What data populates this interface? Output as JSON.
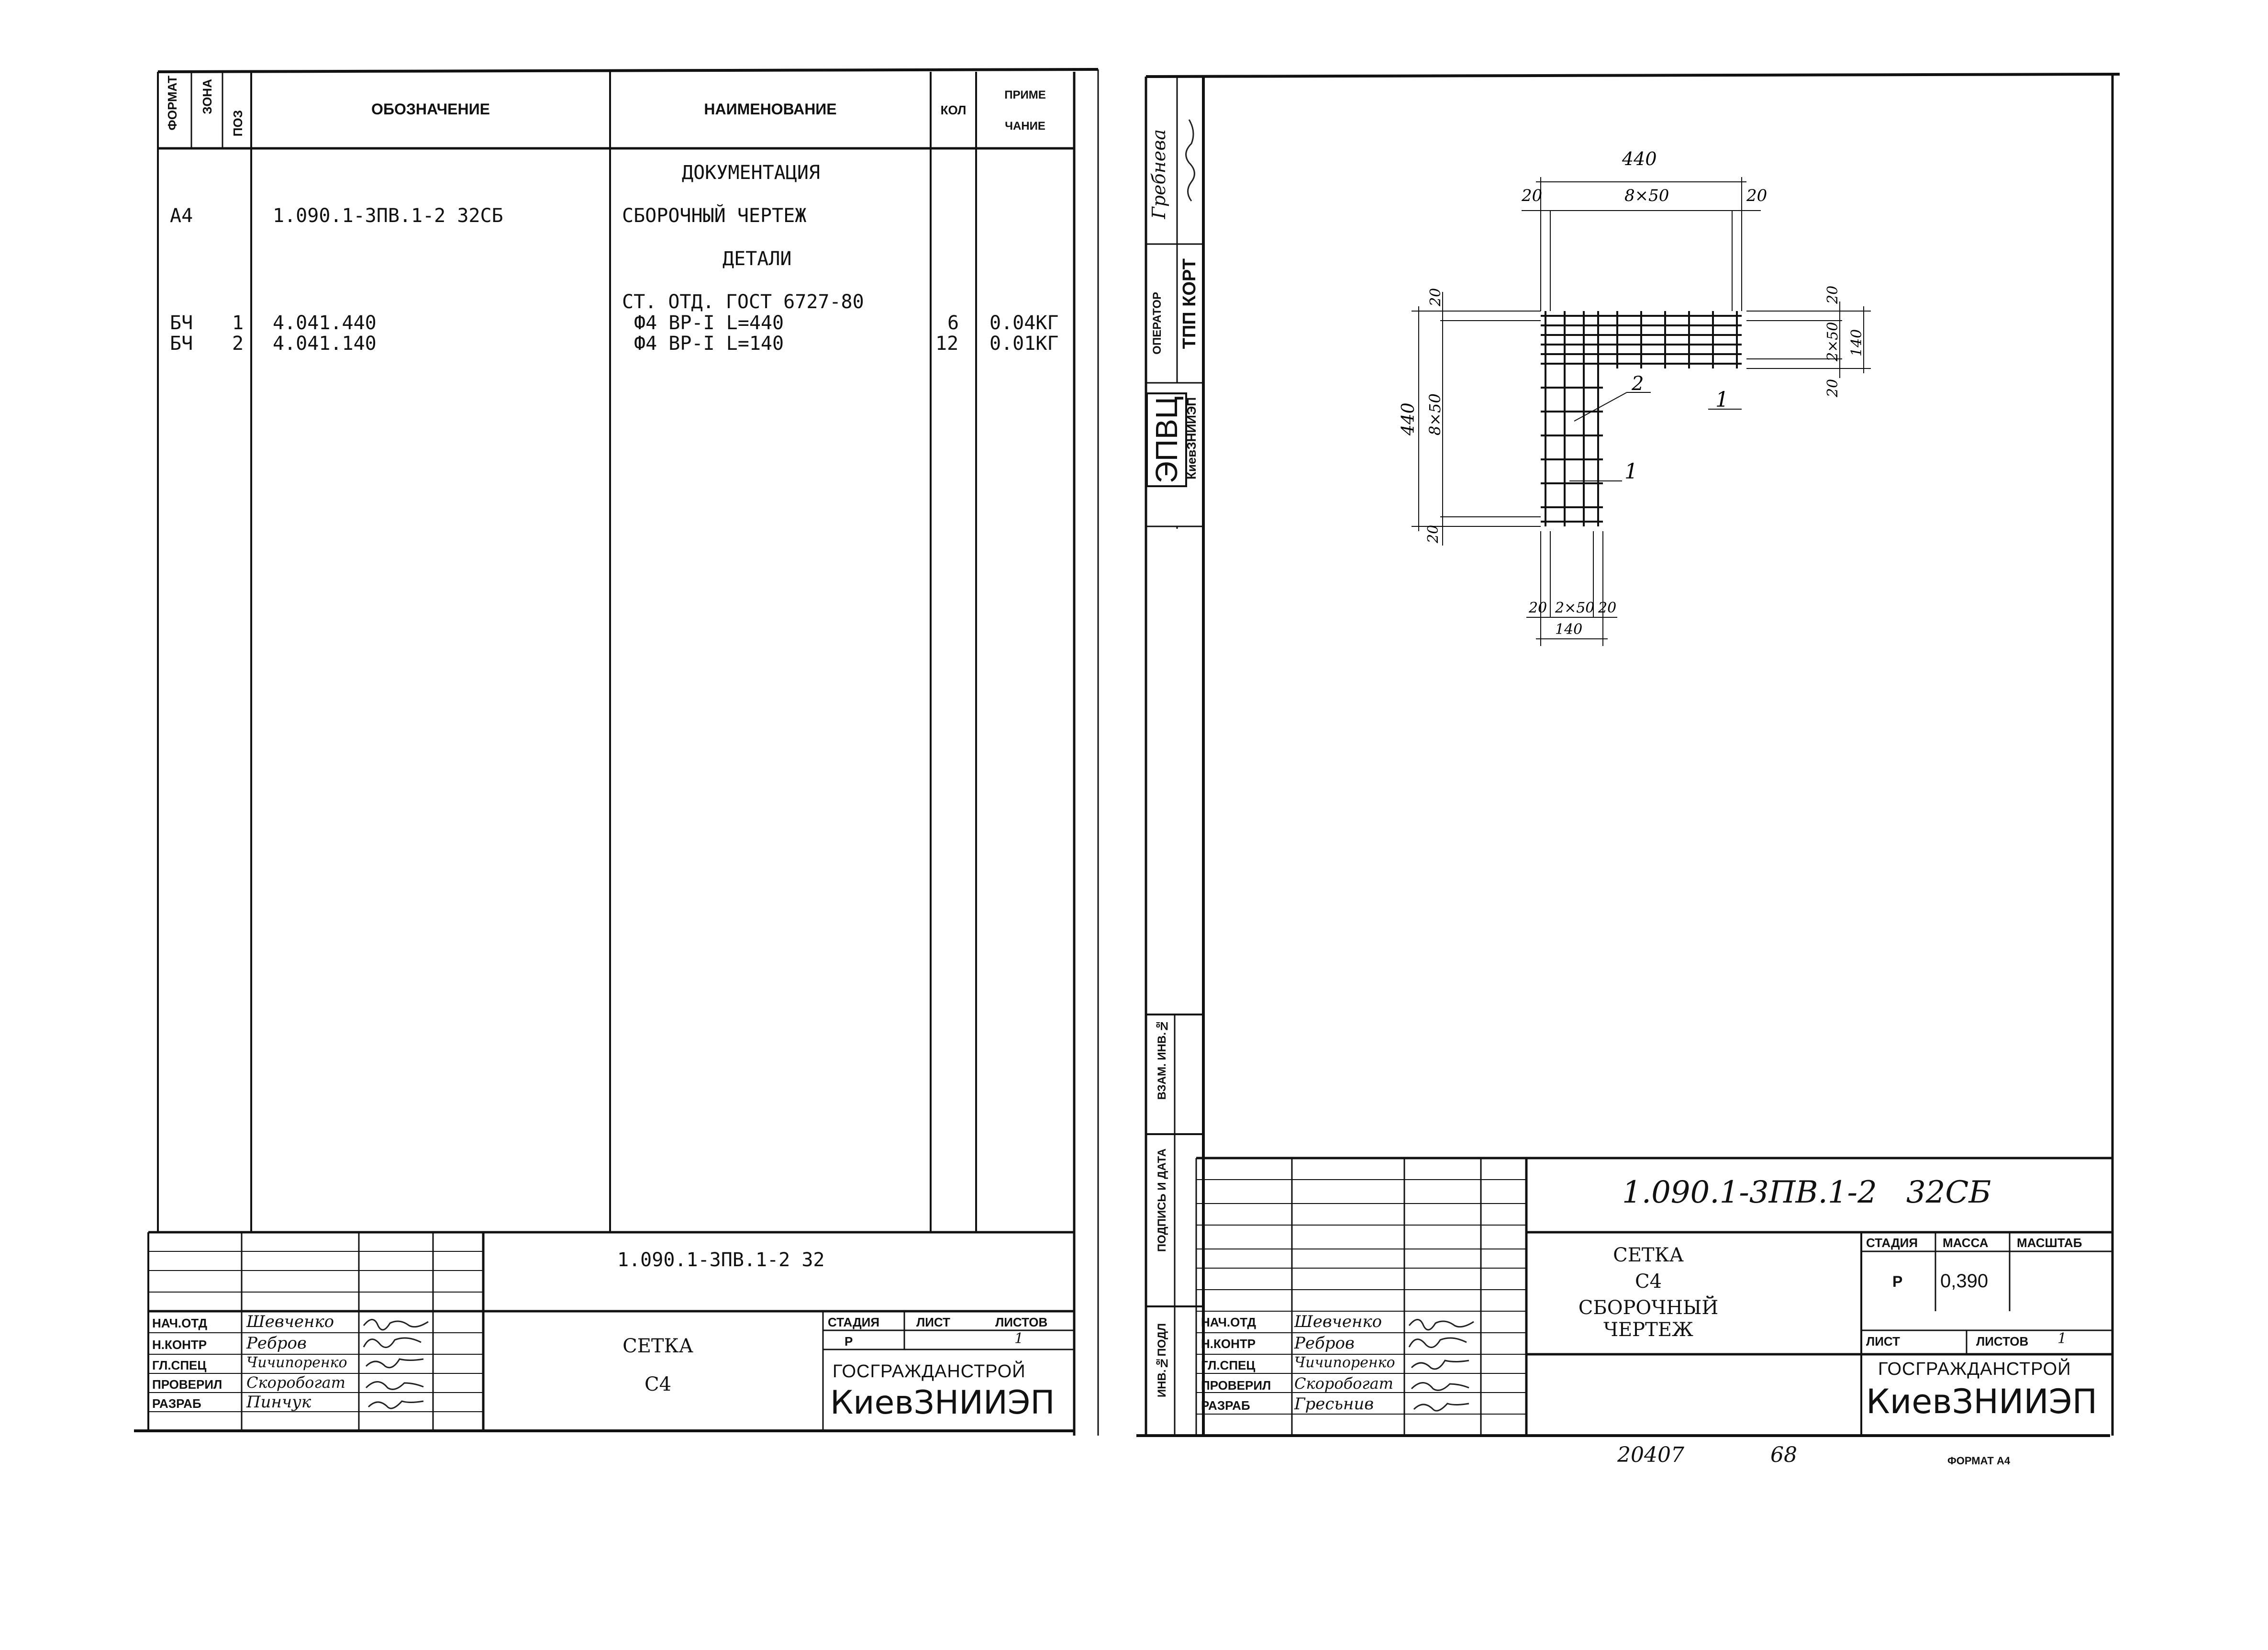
{
  "left_sheet": {
    "headers": {
      "format": "ФОРМАТ",
      "zone": "ЗОНА",
      "pos": "ПОЗ",
      "designation": "ОБОЗНАЧЕНИЕ",
      "name": "НАИМЕНОВАНИЕ",
      "qty": "КОЛ",
      "note_1": "ПРИМЕ",
      "note_2": "ЧАНИЕ"
    },
    "rows": [
      {
        "format": "",
        "pos": "",
        "designation": "",
        "name": "ДОКУМЕНТАЦИЯ",
        "qty": "",
        "note": ""
      },
      {
        "format": "А4",
        "pos": "",
        "designation": "1.090.1-3ПВ.1-2 32СБ",
        "name": "СБОРОЧНЫЙ ЧЕРТЕЖ",
        "qty": "",
        "note": ""
      },
      {
        "format": "",
        "pos": "",
        "designation": "",
        "name": "ДЕТАЛИ",
        "qty": "",
        "note": ""
      },
      {
        "format": "",
        "pos": "",
        "designation": "",
        "name": "СТ. ОТД. ГОСТ 6727-80",
        "qty": "",
        "note": ""
      },
      {
        "format": "БЧ",
        "pos": "1",
        "designation": "4.041.440",
        "name": "Ф4 ВР-I L=440",
        "qty": "6",
        "note": "0.04КГ"
      },
      {
        "format": "БЧ",
        "pos": "2",
        "designation": "4.041.140",
        "name": "Ф4 ВР-I L=140",
        "qty": "12",
        "note": "0.01КГ"
      }
    ],
    "stamp": {
      "code": "1.090.1-3ПВ.1-2 32",
      "title_1": "СЕТКА",
      "title_2": "С4",
      "stage_label": "СТАДИЯ",
      "sheet_label": "ЛИСТ",
      "sheets_label": "ЛИСТОВ",
      "stage": "Р",
      "sheets": "1",
      "org_1": "ГОСГРАЖДАНСТРОЙ",
      "org_2": "КиевЗНИИЭП",
      "roles": [
        "НАЧ.ОТД",
        "Н.КОНТР",
        "ГЛ.СПЕЦ",
        "ПРОВЕРИЛ",
        "РАЗРАБ"
      ],
      "names": [
        "Шевченко",
        "Ребров",
        "Чичипоренко",
        "Скоробогат",
        "Пинчук"
      ]
    }
  },
  "right_sheet": {
    "side_labels": {
      "name": "Гребнева",
      "operator": "ОПЕРАТОР",
      "tpp": "ТПП КОРТ",
      "epvc": "ЭПВЦ",
      "org": "КиевЗНИИЭП",
      "inv_replace": "ВЗАМ. ИНВ.№",
      "sign_date": "ПОДПИСЬ И ДАТА",
      "inv_orig": "ИНВ.№ПОДЛ"
    },
    "drawing": {
      "dims": {
        "top_total": "440",
        "top_grid": "8×50",
        "top_left": "20",
        "top_right": "20",
        "left_total": "440",
        "left_grid": "8×50",
        "left_top": "20",
        "left_bottom": "20",
        "right_total": "140",
        "right_grid": "2×50",
        "right_top": "20",
        "right_bottom": "20",
        "bottom_total": "140",
        "bottom_grid": "2×50",
        "bottom_left": "20",
        "bottom_right": "20"
      },
      "leaders": {
        "pos_1a": "1",
        "pos_1b": "1",
        "pos_2": "2"
      }
    },
    "stamp": {
      "code": "1.090.1-3ПВ.1-2   32СБ",
      "title_1": "СЕТКА",
      "title_2": "С4",
      "title_3": "СБОРОЧНЫЙ ЧЕРТЕЖ",
      "stage_label": "СТАДИЯ",
      "mass_label": "МАССА",
      "scale_label": "МАСШТАБ",
      "stage": "Р",
      "mass": "0,390",
      "sheet_label": "ЛИСТ",
      "sheets_label": "ЛИСТОВ",
      "sheets": "1",
      "org_1": "ГОСГРАЖДАНСТРОЙ",
      "org_2": "КиевЗНИИЭП",
      "roles": [
        "НАЧ.ОТД",
        "Н.КОНТР",
        "ГЛ.СПЕЦ",
        "ПРОВЕРИЛ",
        "РАЗРАБ"
      ],
      "names": [
        "Шевченко",
        "Ребров",
        "Чичипоренко",
        "Скоробогат",
        "Гресьнив"
      ]
    },
    "bottom": {
      "num_1": "20407",
      "num_2": "68",
      "format": "ФОРМАТ А4"
    }
  }
}
